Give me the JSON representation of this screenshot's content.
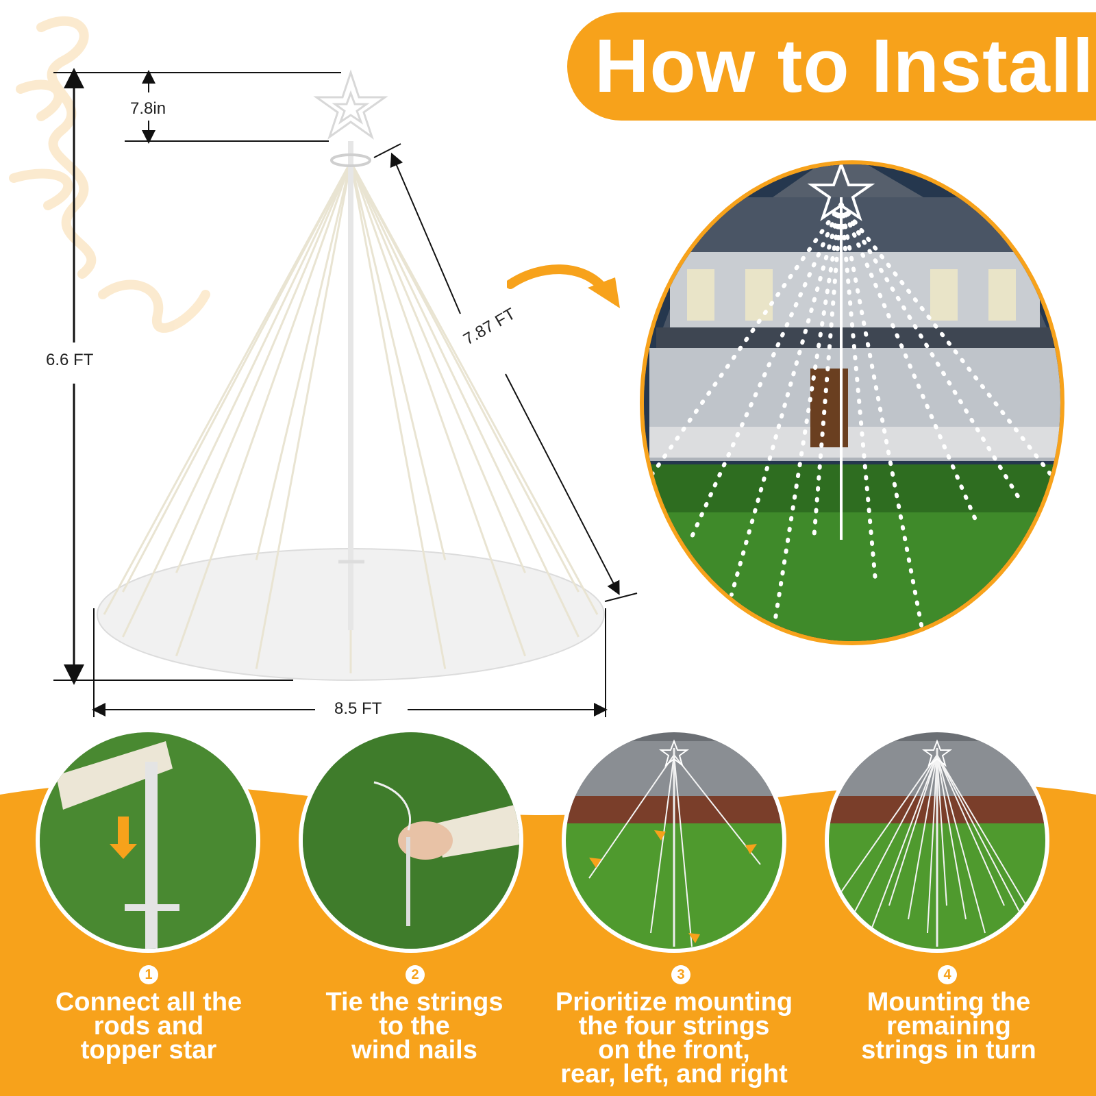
{
  "banner": {
    "title": "How to Install"
  },
  "dimensions": {
    "topper_height": "7.8in",
    "total_height": "6.6 FT",
    "string_length": "7.87 FT",
    "base_diameter": "8.5 FT"
  },
  "steps": [
    {
      "number": "1",
      "lines": [
        "Connect all the",
        "rods and",
        "topper star"
      ]
    },
    {
      "number": "2",
      "lines": [
        "Tie the strings",
        "to the",
        "wind nails"
      ]
    },
    {
      "number": "3",
      "lines": [
        "Prioritize mounting",
        "the four strings",
        "on the front,",
        "rear, left, and right"
      ]
    },
    {
      "number": "4",
      "lines": [
        "Mounting the",
        "remaining",
        "strings in turn"
      ]
    }
  ],
  "colors": {
    "accent": "#f7a21b",
    "grass": "#3f8a2a",
    "night_sky": "#1c2f4a"
  }
}
